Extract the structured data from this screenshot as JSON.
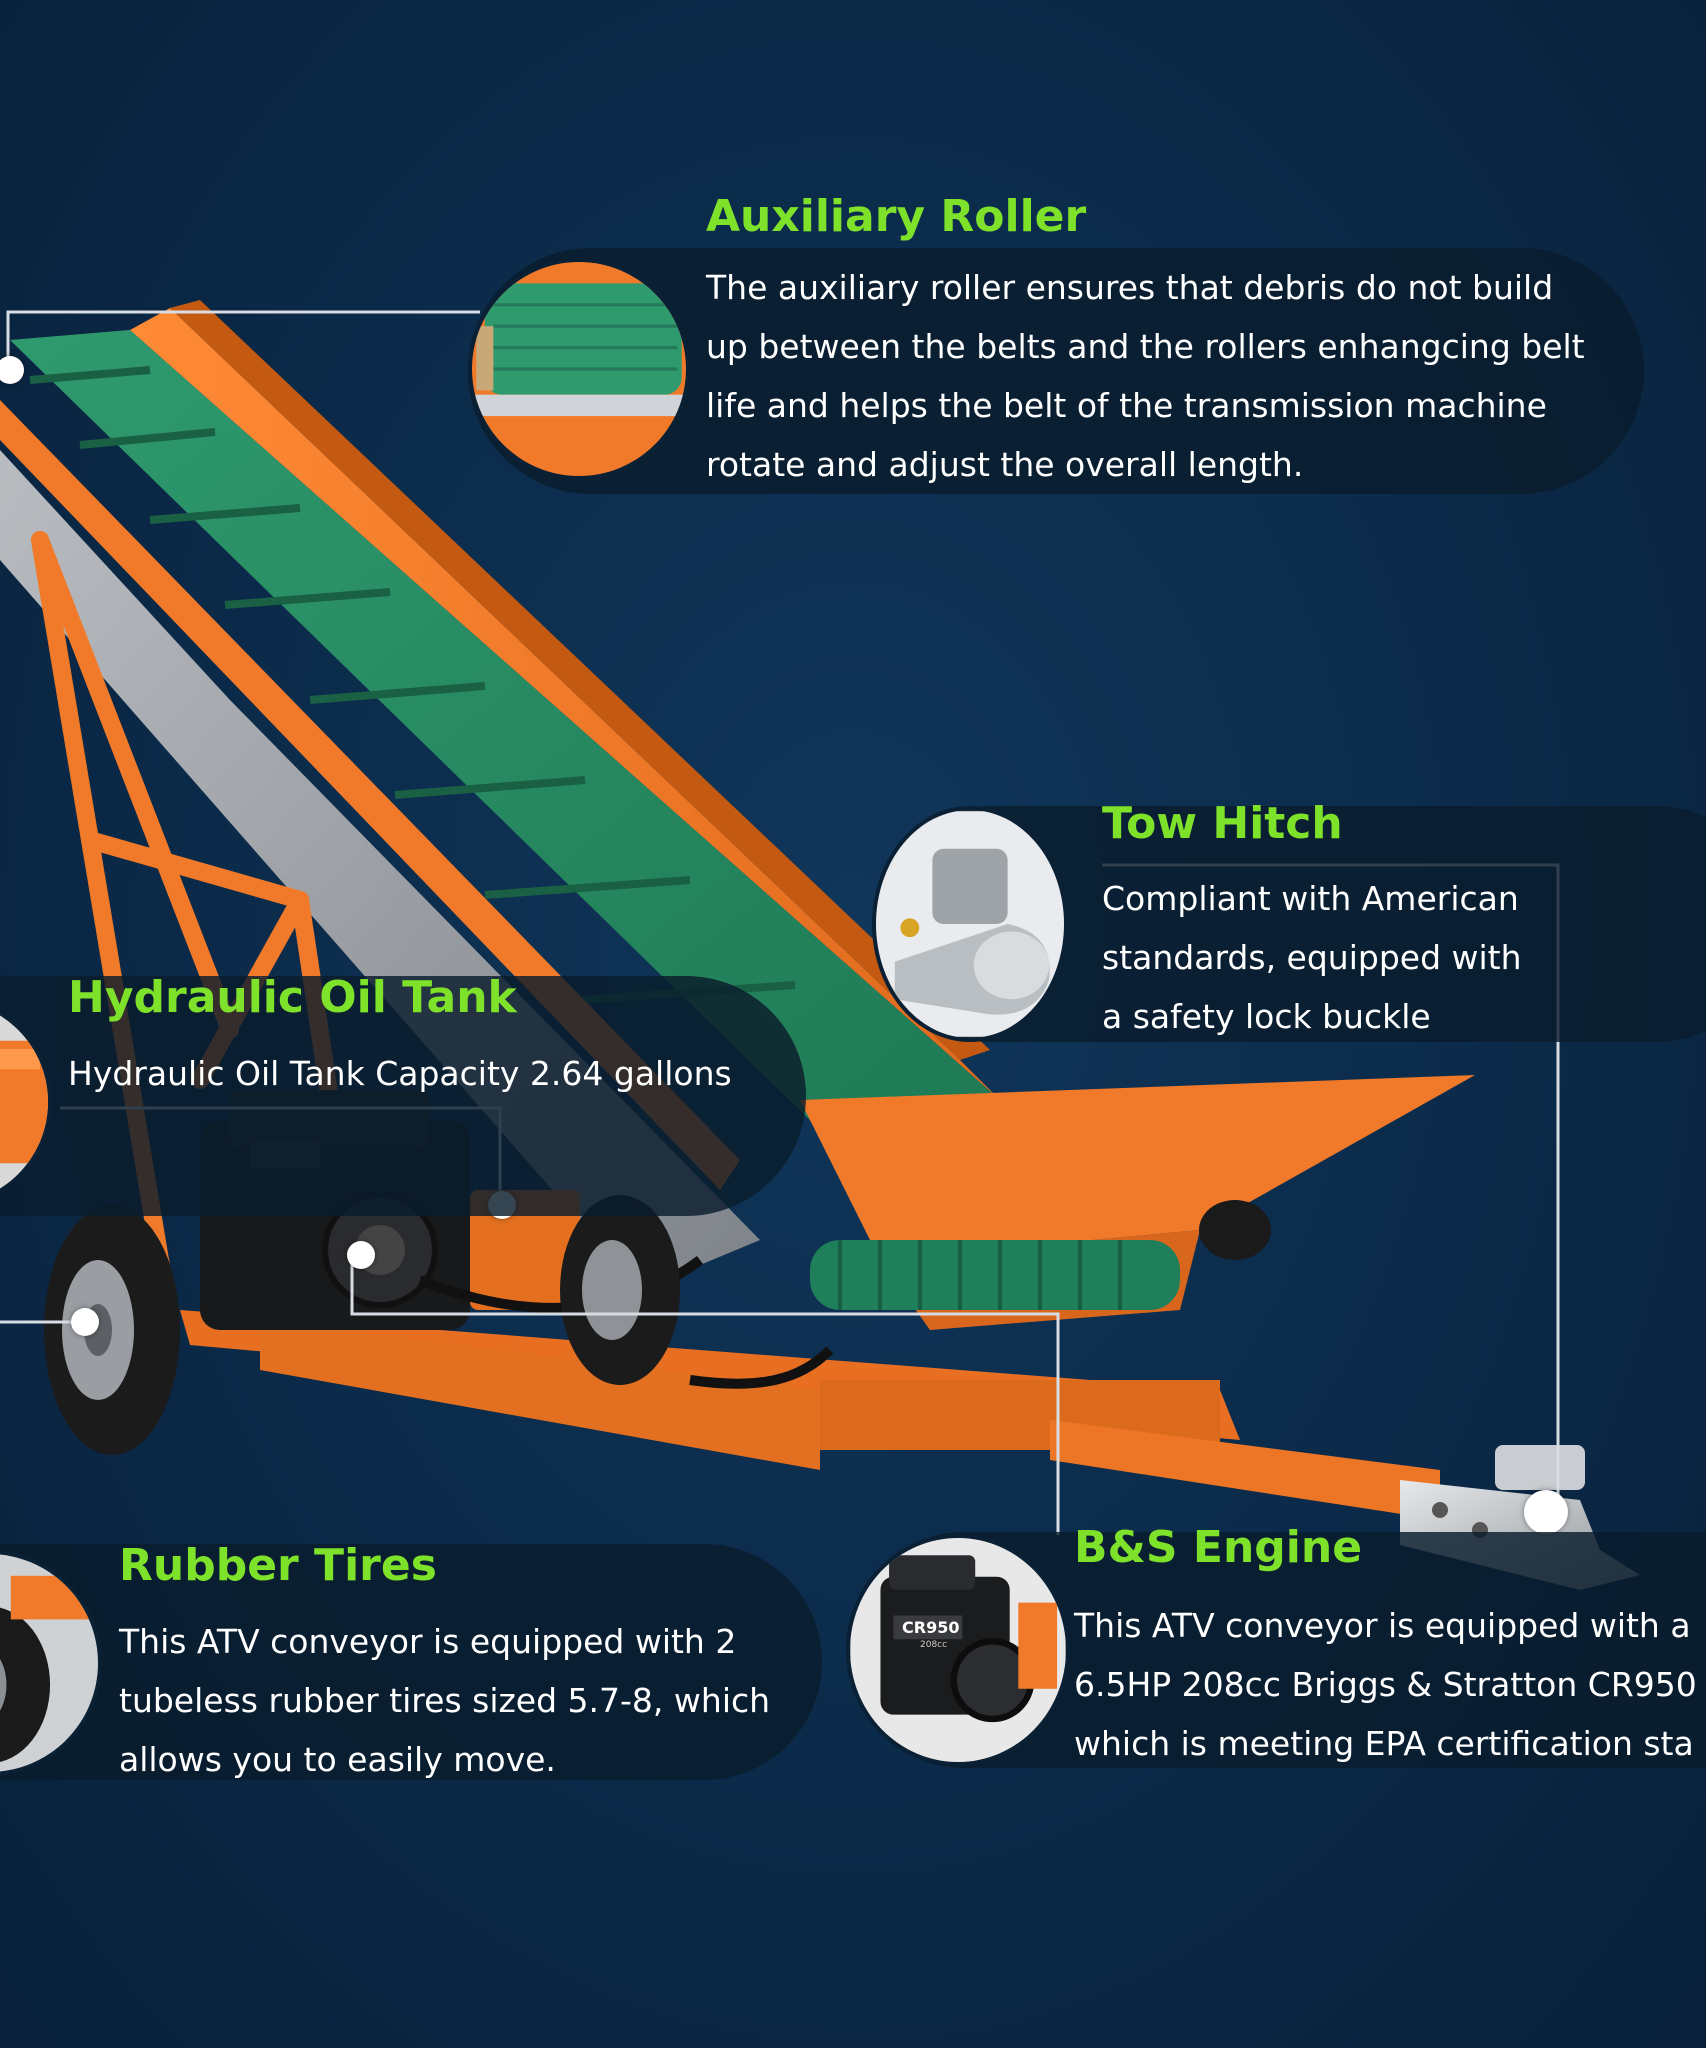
{
  "callouts": {
    "auxiliary_roller": {
      "title": "Auxiliary Roller",
      "lines": [
        "The auxiliary roller ensures that debris do not build",
        "up between the belts and the rollers enhangcing belt",
        "life and helps the belt of the transmission machine",
        "rotate and adjust the overall length."
      ]
    },
    "tow_hitch": {
      "title": "Tow Hitch",
      "lines": [
        "Compliant with American",
        "standards, equipped with",
        "a safety lock buckle"
      ]
    },
    "hydraulic_oil_tank": {
      "title": "Hydraulic Oil Tank",
      "lines": [
        "Hydraulic Oil Tank Capacity 2.64 gallons"
      ]
    },
    "rubber_tires": {
      "title": "Rubber Tires",
      "lines": [
        "This ATV conveyor is equipped with 2",
        "tubeless rubber tires sized 5.7-8, which",
        "allows you to easily move."
      ]
    },
    "bs_engine": {
      "title": "B&S Engine",
      "lines": [
        "This ATV conveyor is equipped with a",
        "6.5HP 208cc Briggs & Stratton CR950",
        "which is meeting EPA certification sta"
      ]
    }
  },
  "engine_badge": {
    "model": "CR950",
    "displacement": "208cc"
  },
  "colors": {
    "title_green": "#7ee12a",
    "frame_orange": "#f07a2a",
    "belt_green": "#2a8a64",
    "background_blue": "#0b2a49"
  }
}
